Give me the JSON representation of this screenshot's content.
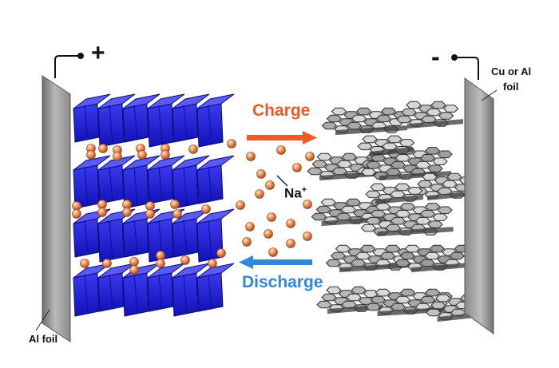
{
  "labels": {
    "positive_sign": "+",
    "negative_sign": "-",
    "cathode_foil": "Al foil",
    "anode_foil_line1": "Cu or Al",
    "anode_foil_line2": "foil",
    "charge": "Charge",
    "discharge": "Discharge",
    "ion_symbol": "Na",
    "ion_charge": "+"
  },
  "colors": {
    "charge_arrow": "#f05a22",
    "discharge_arrow": "#2f87e0",
    "cathode_layers": "#1d1ddb",
    "sodium_ion": "#e8834a",
    "foil": "#9c9c9c"
  },
  "icons": {
    "cathode": "layered-oxide-polyhedra",
    "anode": "hard-carbon-graphene-sheets",
    "ion": "sodium-ion-sphere"
  }
}
